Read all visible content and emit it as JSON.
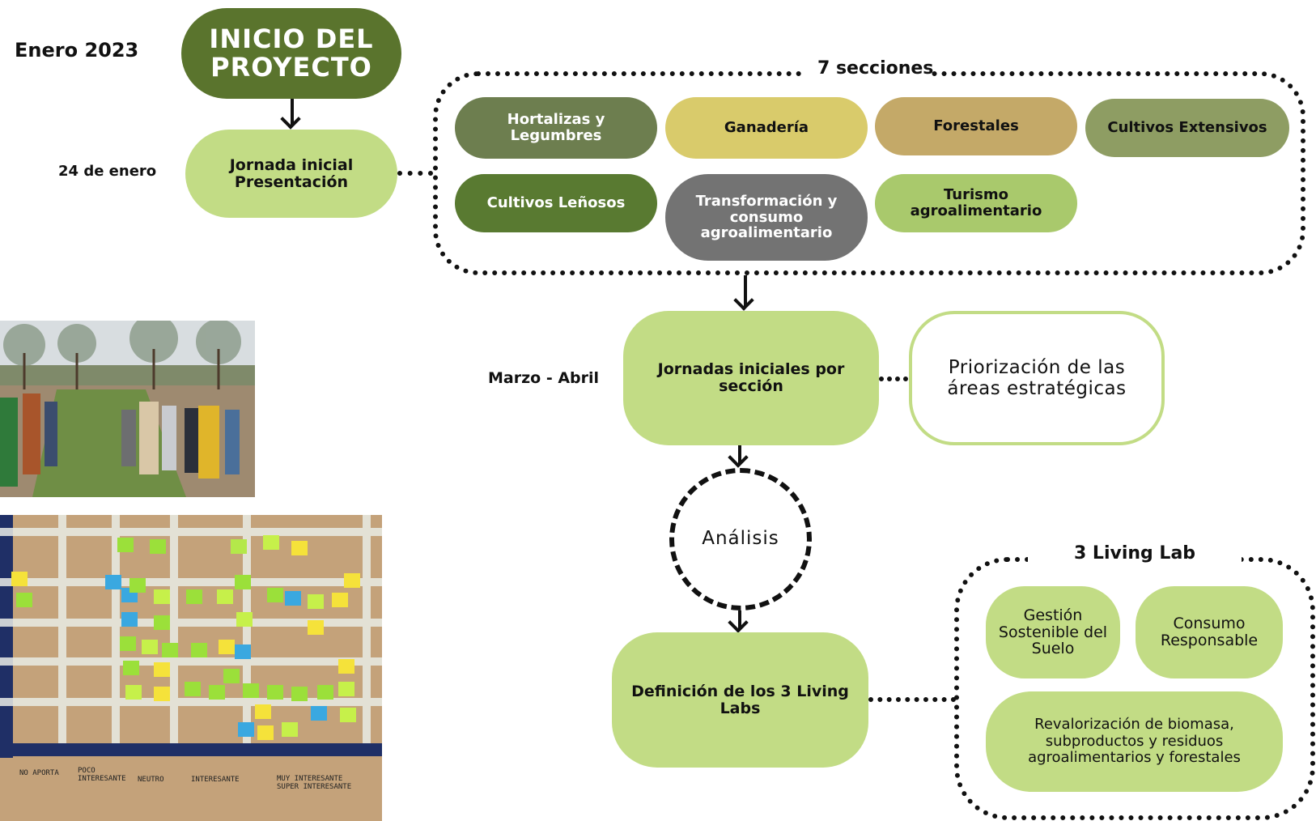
{
  "timeline": {
    "enero_2023": "Enero 2023",
    "fecha_24_enero": "24 de enero",
    "marzo_abril": "Marzo - Abril"
  },
  "nodes": {
    "inicio": "INICIO DEL PROYECTO",
    "jornada_inicial": "Jornada inicial Presentación",
    "jornadas_seccion": "Jornadas iniciales por sección",
    "priorizacion": "Priorización de las áreas estratégicas",
    "analisis": "Análisis",
    "definicion": "Definición de los 3 Living Labs"
  },
  "secciones": {
    "title": "7 secciones",
    "items": [
      {
        "label": "Hortalizas y Legumbres",
        "color": "#6d7e4f"
      },
      {
        "label": "Ganadería",
        "color": "#d9cb6b"
      },
      {
        "label": "Forestales",
        "color": "#c4a968"
      },
      {
        "label": "Cultivos Extensivos",
        "color": "#8e9d63"
      },
      {
        "label": "Cultivos Leñosos",
        "color": "#597a31"
      },
      {
        "label": "Transformación y consumo agroalimentario",
        "color": "#737373"
      },
      {
        "label": "Turismo agroalimentario",
        "color": "#a9c96c"
      }
    ]
  },
  "living_lab": {
    "title": "3 Living Lab",
    "items": [
      {
        "label": "Gestión Sostenible del Suelo"
      },
      {
        "label": "Consumo Responsable"
      },
      {
        "label": "Revalorización de biomasa, subproductos y residuos agroalimentarios y forestales"
      }
    ]
  },
  "board_labels": [
    "NO APORTA",
    "POCO INTERESANTE",
    "NEUTRO",
    "INTERESANTE",
    "MUY INTERESANTE SUPER INTERESANTE"
  ],
  "colors": {
    "dark_green": "#5a742d",
    "light_green": "#c2dc85",
    "light_green_border": "#c2dc85"
  }
}
